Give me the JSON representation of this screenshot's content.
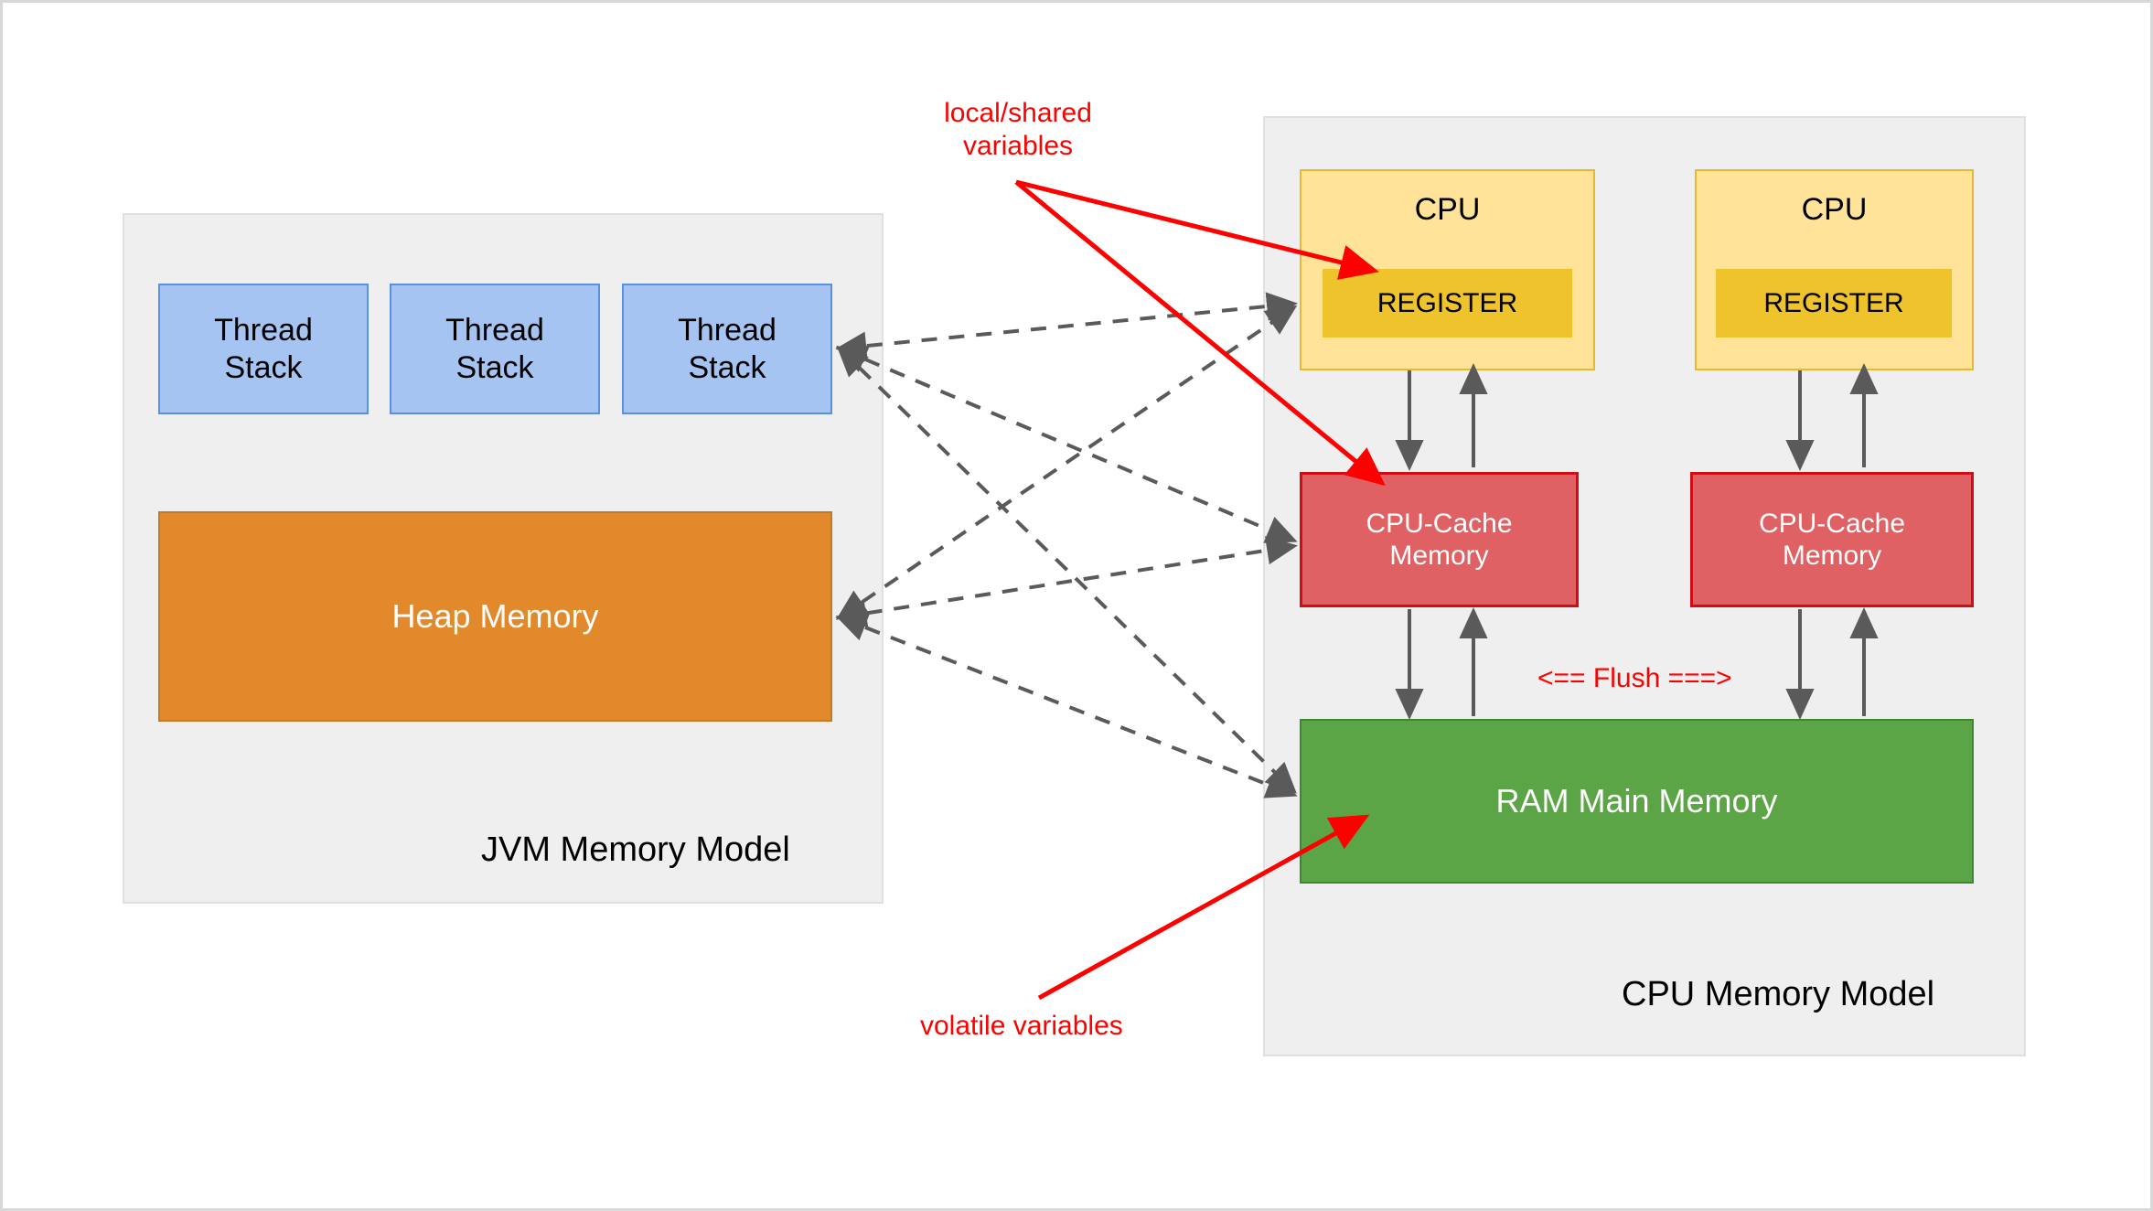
{
  "diagram": {
    "title_left": "JVM Memory Model",
    "title_right": "CPU Memory Model",
    "colors": {
      "thread_stack_fill": "#a6c4f2",
      "thread_stack_border": "#5b8fe0",
      "heap_fill": "#e28a2b",
      "heap_border": "#c27a24",
      "cpu_fill": "#ffe399",
      "cpu_border": "#e8b92e",
      "register_fill": "#efc32c",
      "cache_fill": "#df6164",
      "cache_border": "#cf0d16",
      "ram_fill": "#5ba546",
      "ram_border": "#3d8a2d",
      "panel_fill": "#efefef",
      "panel_border": "#e0e0e0",
      "annotation_red": "#ff0000",
      "dashed_arrow_gray": "#5a5a5a",
      "solid_arrow_gray": "#5a5a5a"
    }
  },
  "jvm_panel": {
    "label": "JVM Memory Model",
    "thread_stacks": [
      {
        "label": "Thread\nStack"
      },
      {
        "label": "Thread\nStack"
      },
      {
        "label": "Thread\nStack"
      }
    ],
    "heap": {
      "label": "Heap Memory"
    }
  },
  "cpu_panel": {
    "label": "CPU Memory Model",
    "cpus": [
      {
        "label": "CPU",
        "register": {
          "label": "REGISTER"
        },
        "cache": {
          "label": "CPU-Cache\nMemory"
        }
      },
      {
        "label": "CPU",
        "register": {
          "label": "REGISTER"
        },
        "cache": {
          "label": "CPU-Cache\nMemory"
        }
      }
    ],
    "ram": {
      "label": "RAM Main Memory"
    },
    "flush": {
      "label": "<== Flush ===>"
    }
  },
  "annotations": {
    "local_shared": "local/shared\nvariables",
    "volatile": "volatile variables"
  }
}
